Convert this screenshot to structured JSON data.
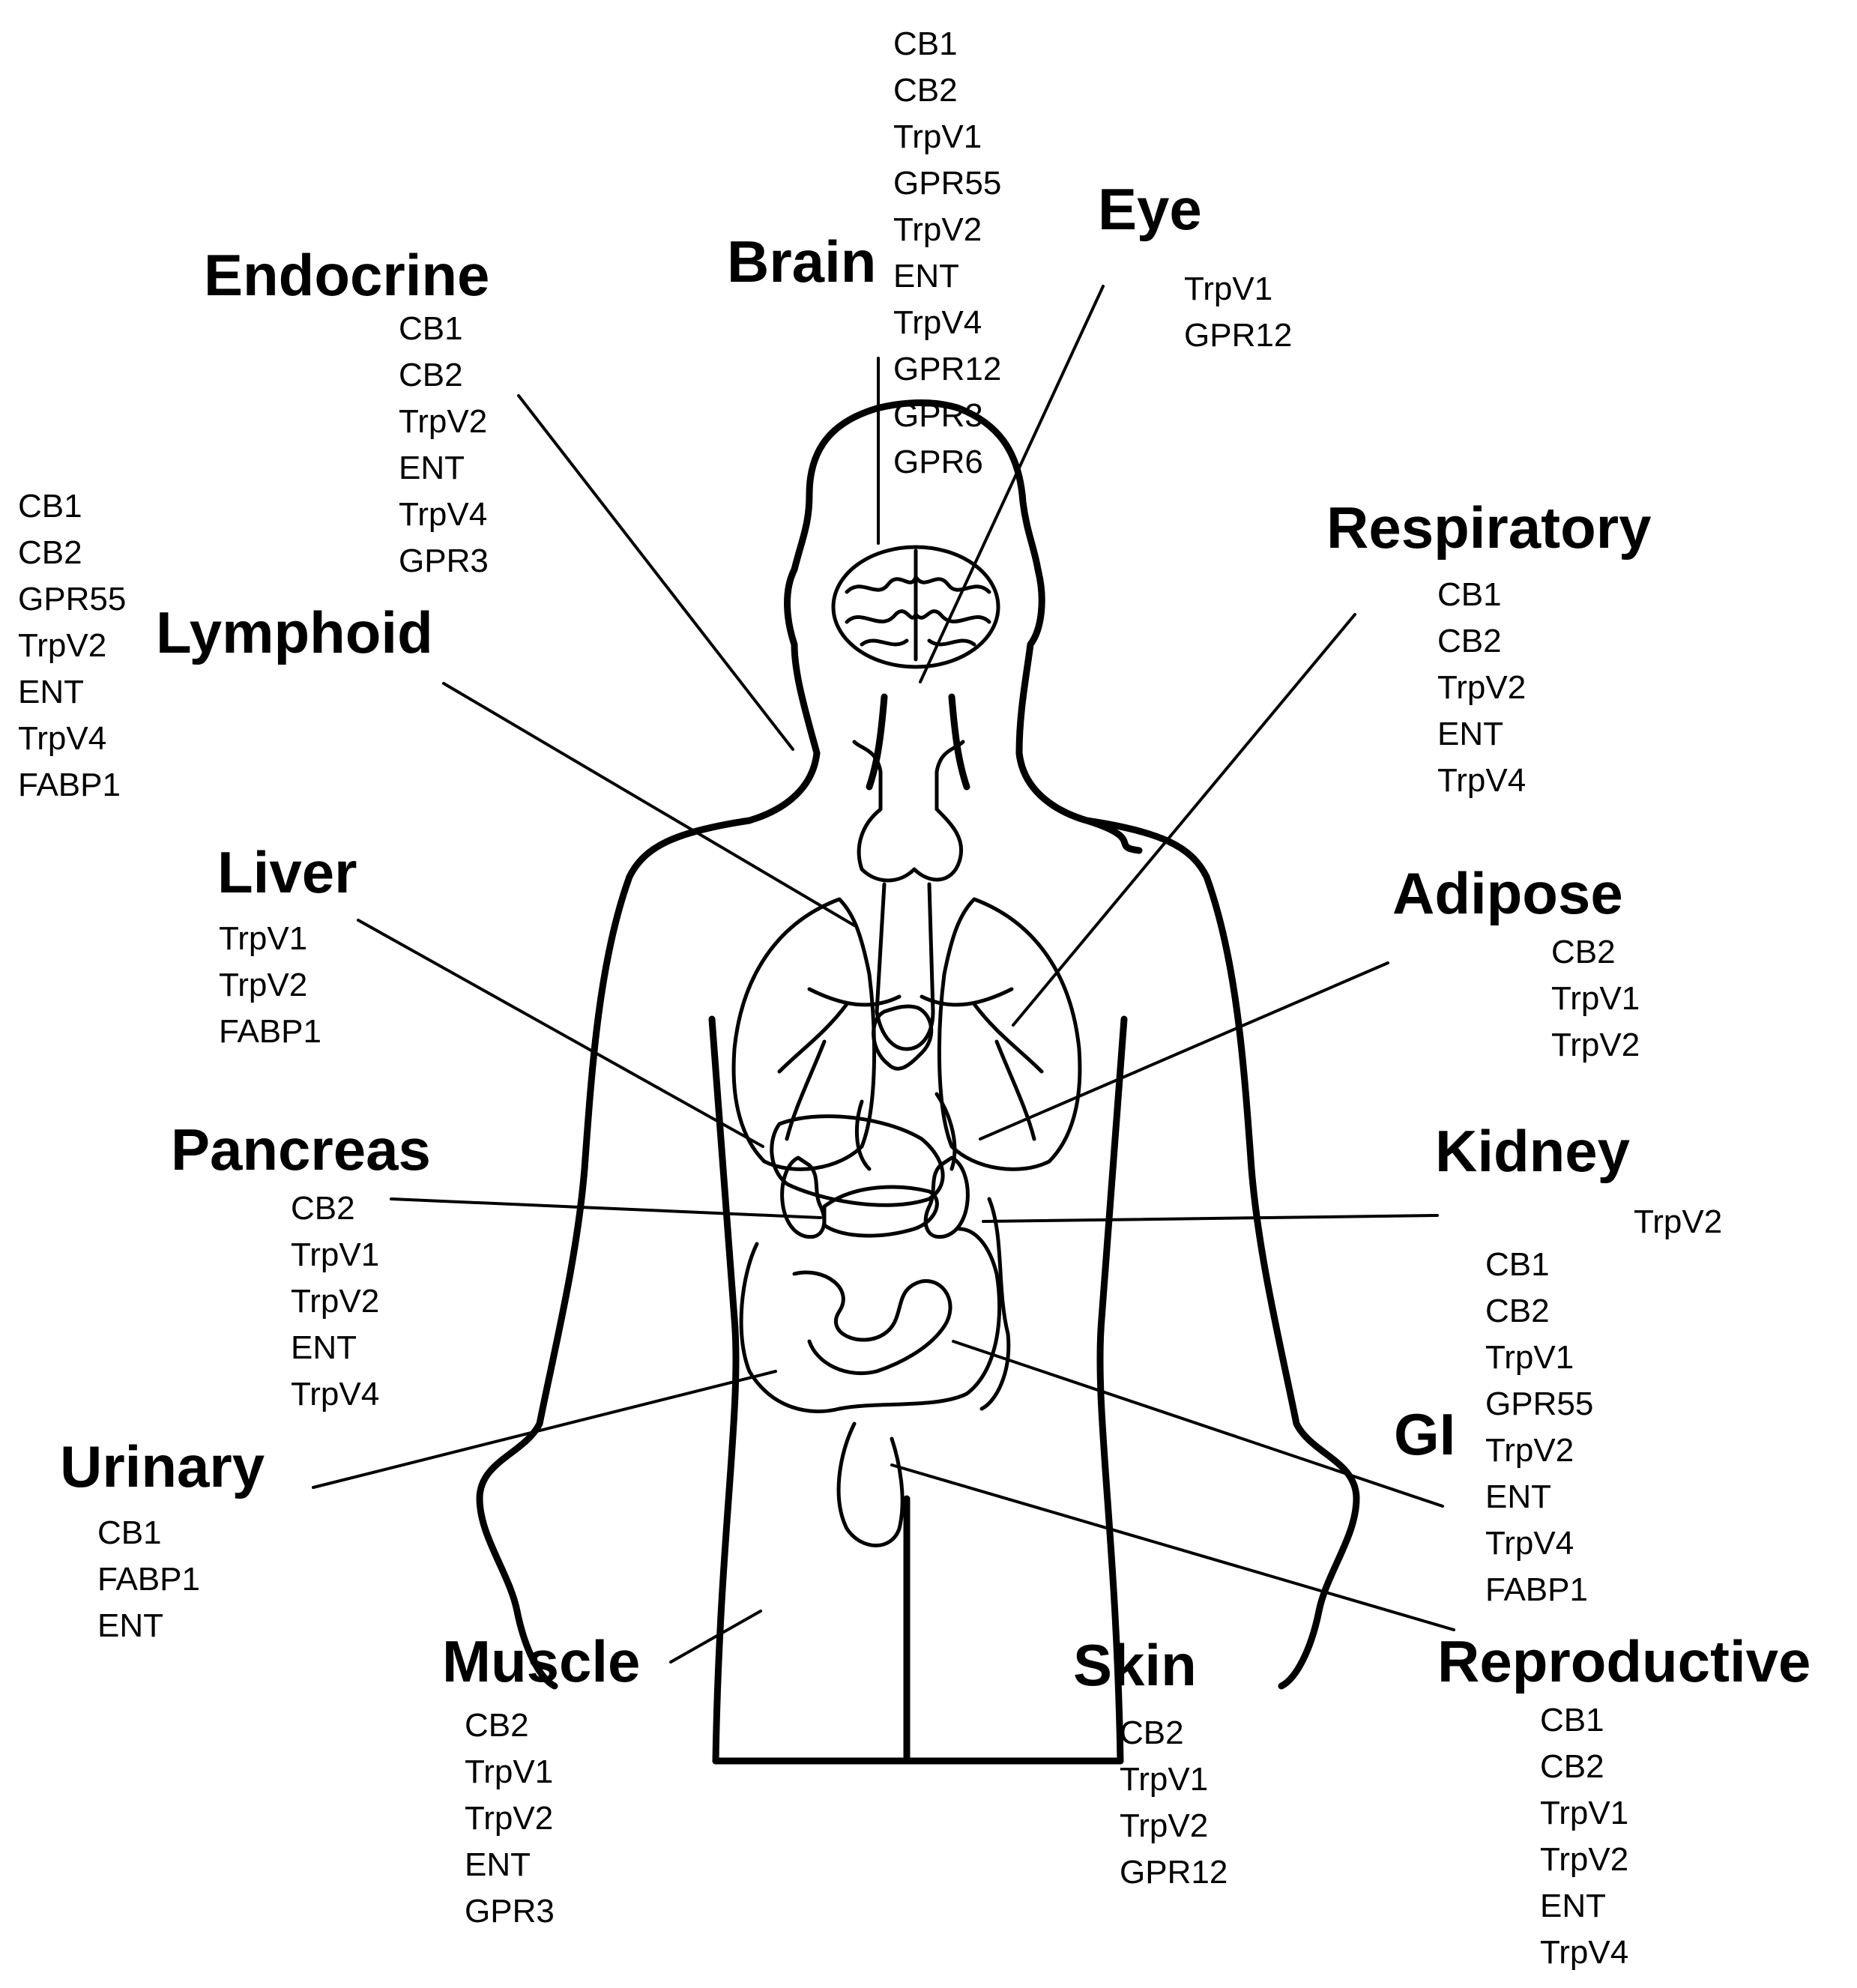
{
  "organs": {
    "brain": {
      "title": "Brain",
      "receptors": [
        "CB1",
        "CB2",
        "TrpV1",
        "GPR55",
        "TrpV2",
        "ENT",
        "TrpV4",
        "GPR12",
        "GPR3",
        "GPR6"
      ]
    },
    "eye": {
      "title": "Eye",
      "receptors": [
        "TrpV1",
        "GPR12"
      ]
    },
    "endocrine": {
      "title": "Endocrine",
      "receptors": [
        "CB1",
        "CB2",
        "TrpV2",
        "ENT",
        "TrpV4",
        "GPR3"
      ]
    },
    "lymphoid": {
      "title": "Lymphoid",
      "receptors": [
        "CB1",
        "CB2",
        "GPR55",
        "TrpV2",
        "ENT",
        "TrpV4",
        "FABP1"
      ]
    },
    "respiratory": {
      "title": "Respiratory",
      "receptors": [
        "CB1",
        "CB2",
        "TrpV2",
        "ENT",
        "TrpV4"
      ]
    },
    "liver": {
      "title": "Liver",
      "receptors": [
        "TrpV1",
        "TrpV2",
        "FABP1"
      ]
    },
    "adipose": {
      "title": "Adipose",
      "receptors": [
        "CB2",
        "TrpV1",
        "TrpV2"
      ]
    },
    "pancreas": {
      "title": "Pancreas",
      "receptors": [
        "CB2",
        "TrpV1",
        "TrpV2",
        "ENT",
        "TrpV4"
      ]
    },
    "kidney": {
      "title": "Kidney",
      "receptors": [
        "TrpV2"
      ]
    },
    "gi": {
      "title": "GI",
      "receptors": [
        "CB1",
        "CB2",
        "TrpV1",
        "GPR55",
        "TrpV2",
        "ENT",
        "TrpV4",
        "FABP1"
      ]
    },
    "urinary": {
      "title": "Urinary",
      "receptors": [
        "CB1",
        "FABP1",
        "ENT"
      ]
    },
    "muscle": {
      "title": "Muscle",
      "receptors": [
        "CB2",
        "TrpV1",
        "TrpV2",
        "ENT",
        "GPR3"
      ]
    },
    "skin": {
      "title": "Skin",
      "receptors": [
        "CB2",
        "TrpV1",
        "TrpV2",
        "GPR12"
      ]
    },
    "reproductive": {
      "title": "Reproductive",
      "receptors": [
        "CB1",
        "CB2",
        "TrpV1",
        "TrpV2",
        "ENT",
        "TrpV4"
      ]
    }
  }
}
